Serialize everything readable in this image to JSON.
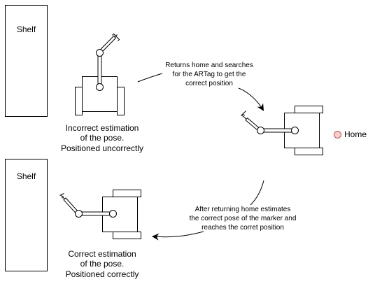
{
  "shelves": [
    {
      "label": "Shelf"
    },
    {
      "label": "Shelf"
    }
  ],
  "home": {
    "label": "Home",
    "marker_color": "#f8cecc",
    "marker_stroke": "#b85450"
  },
  "captions": {
    "incorrect": [
      "Incorrect estimation",
      "of the pose.",
      "Positioned uncorrectly"
    ],
    "correct": [
      "Correct estimation",
      "of the pose.",
      "Positioned correctly"
    ]
  },
  "transitions": {
    "to_home": [
      "Returns home and searches",
      "for the ARTag to get the",
      "correct position"
    ],
    "from_home": [
      "After returning home estimates",
      "the correct pose of the marker and",
      "reaches the corret position"
    ]
  },
  "colors": {
    "stroke": "#000000",
    "background": "#ffffff"
  }
}
